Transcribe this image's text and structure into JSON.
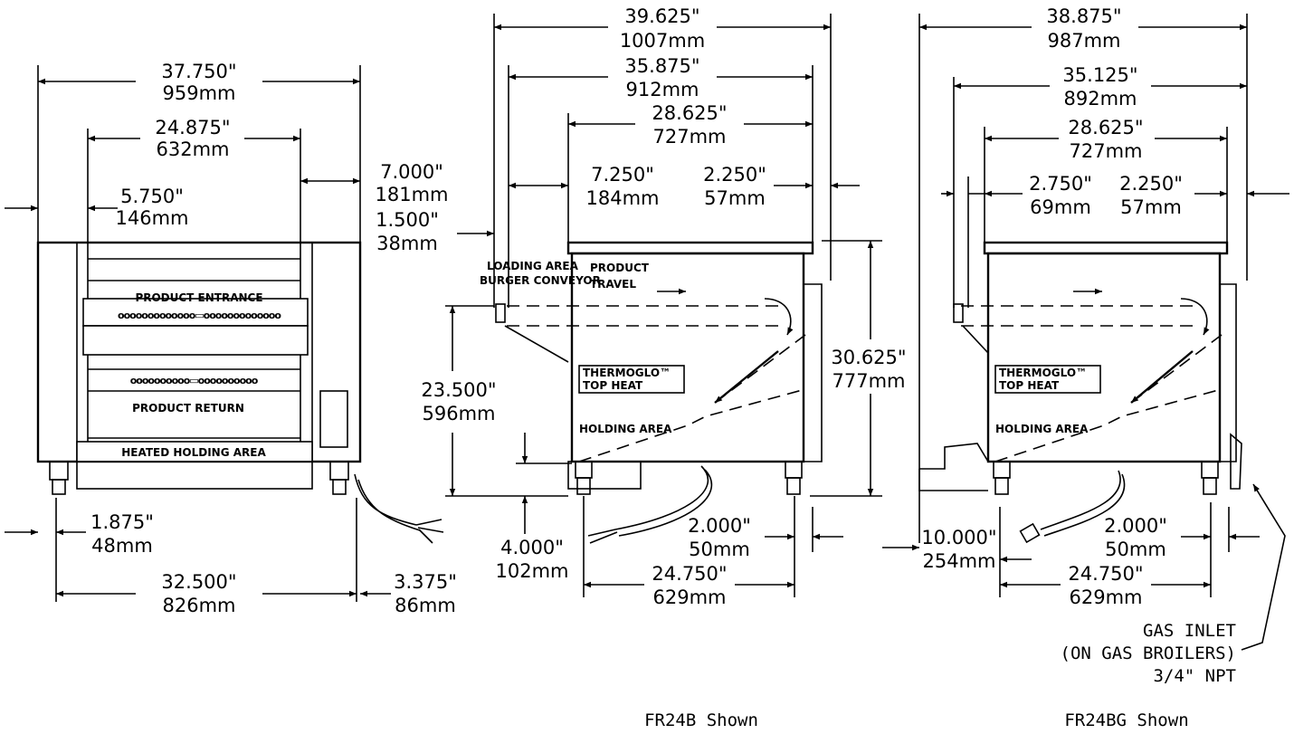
{
  "views": {
    "front": {
      "dims": {
        "overall_in": "37.750\"",
        "overall_mm": "959mm",
        "inner_in": "24.875\"",
        "inner_mm": "632mm",
        "left_in": "5.750\"",
        "left_mm": "146mm",
        "right_in": "7.000\"",
        "right_mm": "181mm",
        "foot_in": "1.875\"",
        "foot_mm": "48mm",
        "base_in": "32.500\"",
        "base_mm": "826mm",
        "cord_in": "3.375\"",
        "cord_mm": "86mm"
      },
      "labels": {
        "entrance": "PRODUCT ENTRANCE",
        "return": "PRODUCT RETURN",
        "holding": "HEATED HOLDING AREA"
      }
    },
    "side_b": {
      "dims": {
        "overall_in": "39.625\"",
        "overall_mm": "1007mm",
        "width2_in": "35.875\"",
        "width2_mm": "912mm",
        "width3_in": "28.625\"",
        "width3_mm": "727mm",
        "load_in": "7.250\"",
        "load_mm": "184mm",
        "rear_in": "2.250\"",
        "rear_mm": "57mm",
        "lip_in": "1.500\"",
        "lip_mm": "38mm",
        "conv_h_in": "23.500\"",
        "conv_h_mm": "596mm",
        "height_in": "30.625\"",
        "height_mm": "777mm",
        "leg_in": "4.000\"",
        "leg_mm": "102mm",
        "foot_r_in": "2.000\"",
        "foot_r_mm": "50mm",
        "base_in": "24.750\"",
        "base_mm": "629mm"
      },
      "labels": {
        "loading1": "LOADING AREA",
        "loading2": "BURGER CONVEYOR",
        "travel1": "PRODUCT",
        "travel2": "TRAVEL",
        "thermo1": "THERMOGLO™",
        "thermo2": "TOP HEAT",
        "holding": "HOLDING AREA"
      },
      "caption": "FR24B  Shown"
    },
    "side_bg": {
      "dims": {
        "overall_in": "38.875\"",
        "overall_mm": "987mm",
        "width2_in": "35.125\"",
        "width2_mm": "892mm",
        "width3_in": "28.625\"",
        "width3_mm": "727mm",
        "front_in": "2.750\"",
        "front_mm": "69mm",
        "rear_in": "2.250\"",
        "rear_mm": "57mm",
        "tray_in": "10.000\"",
        "tray_mm": "254mm",
        "foot_r_in": "2.000\"",
        "foot_r_mm": "50mm",
        "base_in": "24.750\"",
        "base_mm": "629mm"
      },
      "labels": {
        "thermo1": "THERMOGLO™",
        "thermo2": "TOP HEAT",
        "holding": "HOLDING AREA"
      },
      "gas": {
        "line1": "GAS  INLET",
        "line2": "(ON  GAS  BROILERS)",
        "line3": "3/4\"  NPT"
      },
      "caption": "FR24BG  Shown"
    }
  }
}
